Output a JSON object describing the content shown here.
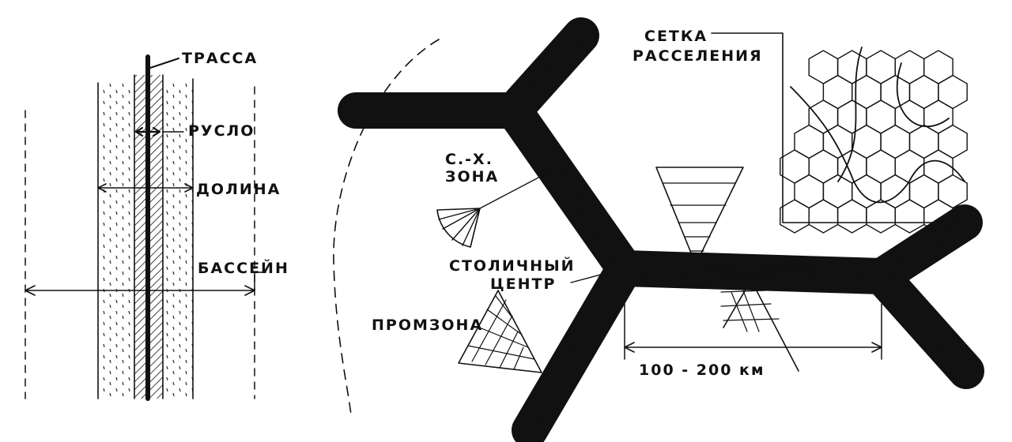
{
  "labels": {
    "trassa": "ТРАССА",
    "ruslo": "РУСЛО",
    "dolina": "ДОЛИНА",
    "bassein": "БАССЕЙН",
    "setka_line1": "СЕТКА",
    "setka_line2": "РАССЕЛЕНИЯ",
    "sh_line1": "С.-Х.",
    "sh_line2": "ЗОНА",
    "stol_line1": "СТОЛИЧНЫЙ",
    "stol_line2": "ЦЕНТР",
    "promzona": "ПРОМЗОНА",
    "distance": "100 - 200 км"
  },
  "colors": {
    "ink": "#111111",
    "paper": "#ffffff"
  }
}
